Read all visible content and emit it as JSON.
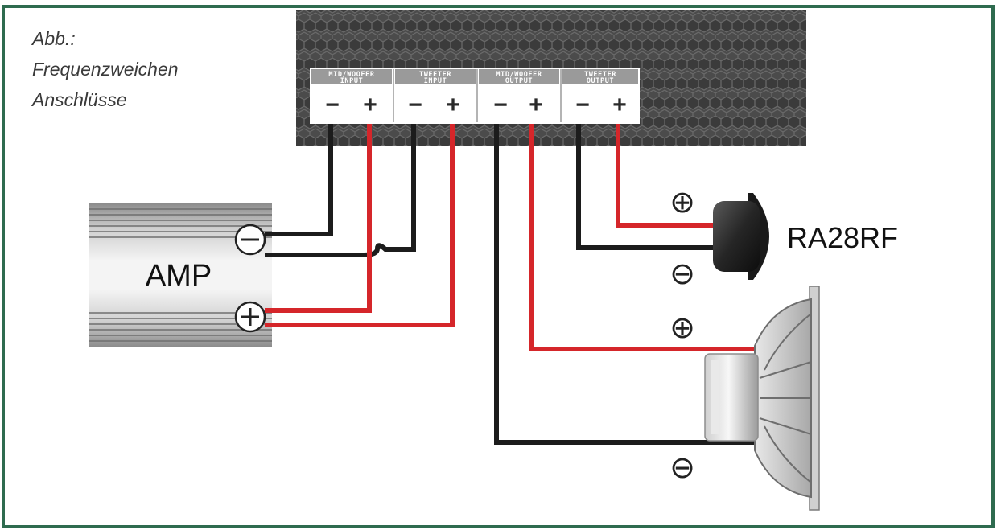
{
  "caption": {
    "line1": "Abb.:",
    "line2": "Frequenzweichen",
    "line3": "Anschlüsse"
  },
  "crossover": {
    "terminals": [
      {
        "id": "midwoofer-input",
        "line1": "MID/WOOFER",
        "line2": "INPUT",
        "minus": "−",
        "plus": "+"
      },
      {
        "id": "tweeter-input",
        "line1": "TWEETER",
        "line2": "INPUT",
        "minus": "−",
        "plus": "+"
      },
      {
        "id": "midwoofer-output",
        "line1": "MID/WOOFER",
        "line2": "OUTPUT",
        "minus": "−",
        "plus": "+"
      },
      {
        "id": "tweeter-output",
        "line1": "TWEETER",
        "line2": "OUTPUT",
        "minus": "−",
        "plus": "+"
      }
    ]
  },
  "amp": {
    "label": "AMP",
    "minus_symbol": "⊖",
    "plus_symbol": "⊕"
  },
  "tweeter": {
    "label": "RA28RF",
    "plus_symbol": "⊕",
    "minus_symbol": "⊖"
  },
  "woofer": {
    "plus_symbol": "⊕",
    "minus_symbol": "⊖"
  },
  "colors": {
    "frame": "#2e6b4f",
    "positive_wire": "#d5262a",
    "negative_wire": "#1c1c1c",
    "crossover_body": "#4a4a4a"
  }
}
